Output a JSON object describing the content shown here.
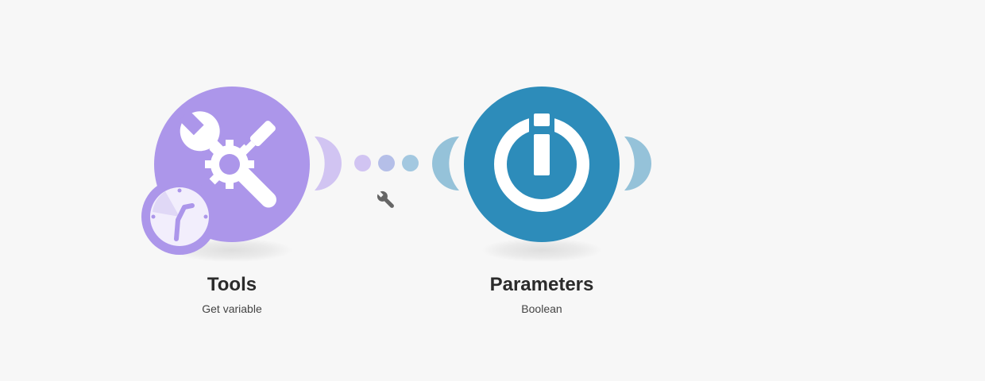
{
  "modules": [
    {
      "title": "Tools",
      "subtitle": "Get variable",
      "icon": "tools-icon",
      "badge_icon": "clock-icon",
      "color": "#ac96ea",
      "port_color": "#d1c4f2"
    },
    {
      "title": "Parameters",
      "subtitle": "Boolean",
      "icon": "parameters-power-icon",
      "color": "#2d8cba",
      "port_color": "#95c2d9"
    }
  ],
  "connector": {
    "dot_colors": [
      "#d1c4f2",
      "#b5bfe8",
      "#a3c8e0"
    ],
    "icon": "wrench-icon",
    "icon_color": "#666666"
  }
}
